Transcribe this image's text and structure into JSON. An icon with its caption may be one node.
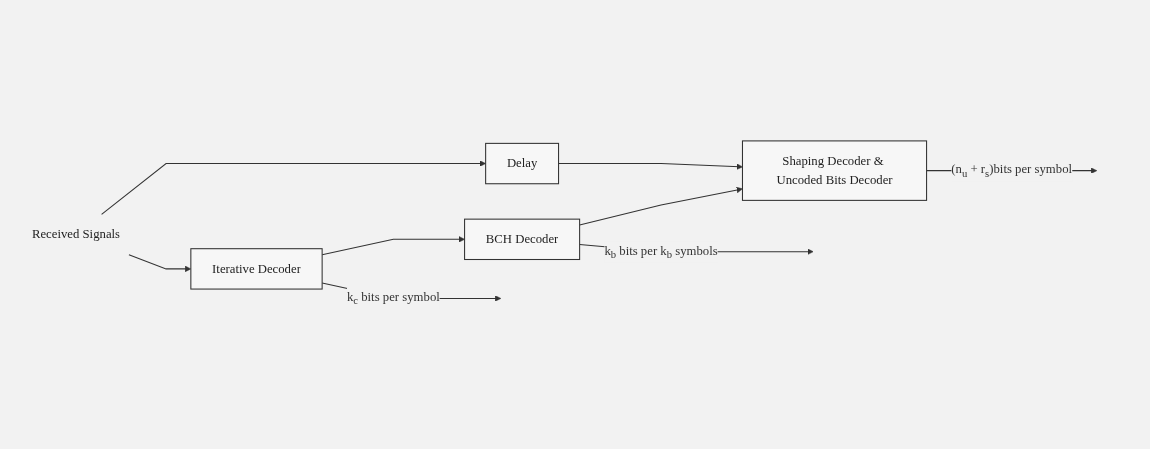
{
  "diagram": {
    "nodes": [
      {
        "text": [
          "Received Signals"
        ]
      },
      {
        "text": [
          "Delay"
        ]
      },
      {
        "text": [
          "Shaping Decoder & Uncoded Bits Decoder"
        ]
      },
      {
        "text": [
          "BCH Decoder"
        ]
      },
      {
        "text": [
          "Iterative Decoder"
        ]
      }
    ],
    "edges": [
      {
        "from": 0,
        "to": 1,
        "arrow": "to"
      },
      {
        "from": 0,
        "to": 4,
        "arrow": "to"
      },
      {
        "from": 1,
        "to": 2,
        "arrow": "to"
      },
      {
        "from": 4,
        "to": 3,
        "arrow": "to"
      },
      {
        "from": 3,
        "to": 2,
        "arrow": "to"
      },
      {
        "from": 2,
        "to": null,
        "arrow": "to",
        "label": "(n$_{u}$ + r$_{s}$)bits per symbol"
      },
      {
        "from": 3,
        "to": null,
        "arrow": "to",
        "label": "k$_{b}$ bits per k$_{b}$ symbols"
      },
      {
        "from": 4,
        "to": null,
        "arrow": "to",
        "label": "k$_{c}$ bits per symbol"
      }
    ]
  }
}
